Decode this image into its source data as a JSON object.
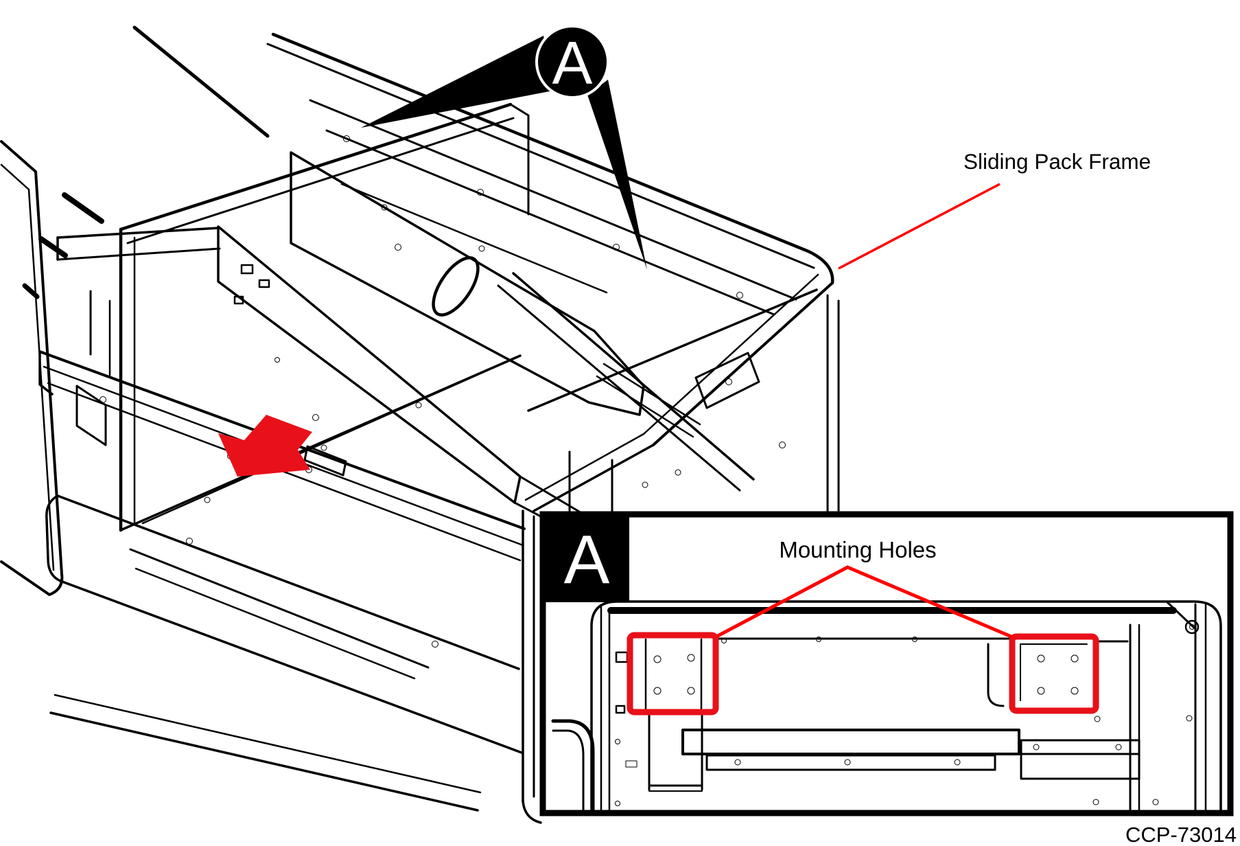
{
  "figure": {
    "type": "service-manual-illustration",
    "callout": {
      "letter": "A"
    },
    "labels": {
      "sliding_pack_frame": "Sliding Pack Frame",
      "mounting_holes": "Mounting Holes"
    },
    "figure_code": "CCP-73014",
    "colors": {
      "highlight_red": "#e8111a",
      "leader_red": "#ff0000",
      "line_black": "#000000",
      "background": "#ffffff"
    },
    "icons": {
      "arrow": "drawer-slide-direction-arrow",
      "callout_pointers": "callout-wedge-pointers"
    }
  }
}
